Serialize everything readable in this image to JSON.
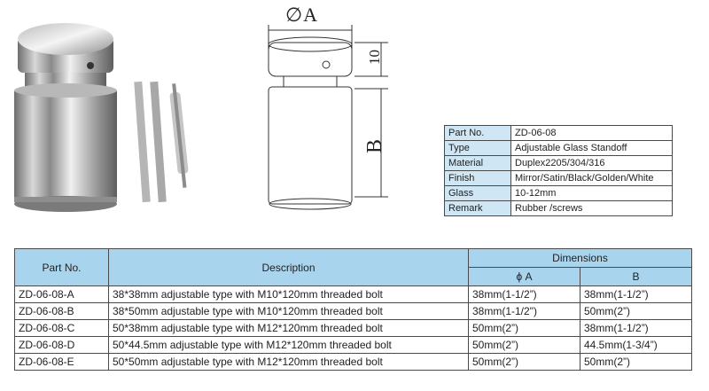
{
  "drawing": {
    "label_diameter": "∅A",
    "label_height_top": "10",
    "label_height_body": "B"
  },
  "spec": [
    {
      "key": "Part No.",
      "value": "ZD-06-08"
    },
    {
      "key": "Type",
      "value": "Adjustable Glass Standoff"
    },
    {
      "key": "Material",
      "value": "Duplex2205/304/316"
    },
    {
      "key": "Finish",
      "value": "Mirror/Satin/Black/Golden/White"
    },
    {
      "key": "Glass",
      "value": "10-12mm"
    },
    {
      "key": "Remark",
      "value": "Rubber /screws"
    }
  ],
  "dims": {
    "headers": {
      "part_no": "Part No.",
      "description": "Description",
      "dimensions": "Dimensions",
      "phi_a": "ϕ A",
      "b": "B"
    },
    "rows": [
      {
        "part": "ZD-06-08-A",
        "desc": "38*38mm adjustable type with M10*120mm threaded bolt",
        "a": "38mm(1-1/2”)",
        "b": "38mm(1-1/2”)"
      },
      {
        "part": "ZD-06-08-B",
        "desc": "38*50mm adjustable type with M10*120mm threaded bolt",
        "a": "38mm(1-1/2\")",
        "b": "50mm(2”)"
      },
      {
        "part": "ZD-06-08-C",
        "desc": "50*38mm adjustable type with M12*120mm threaded bolt",
        "a": "50mm(2”)",
        "b": "38mm(1-1/2”)"
      },
      {
        "part": "ZD-06-08-D",
        "desc": "50*44.5mm adjustable type with M12*120mm threaded bolt",
        "a": "50mm(2”)",
        "b": "44.5mm(1-3/4”)"
      },
      {
        "part": "ZD-06-08-E",
        "desc": "50*50mm adjustable type with M12*120mm threaded bolt",
        "a": "50mm(2”)",
        "b": "50mm(2”)"
      }
    ]
  }
}
